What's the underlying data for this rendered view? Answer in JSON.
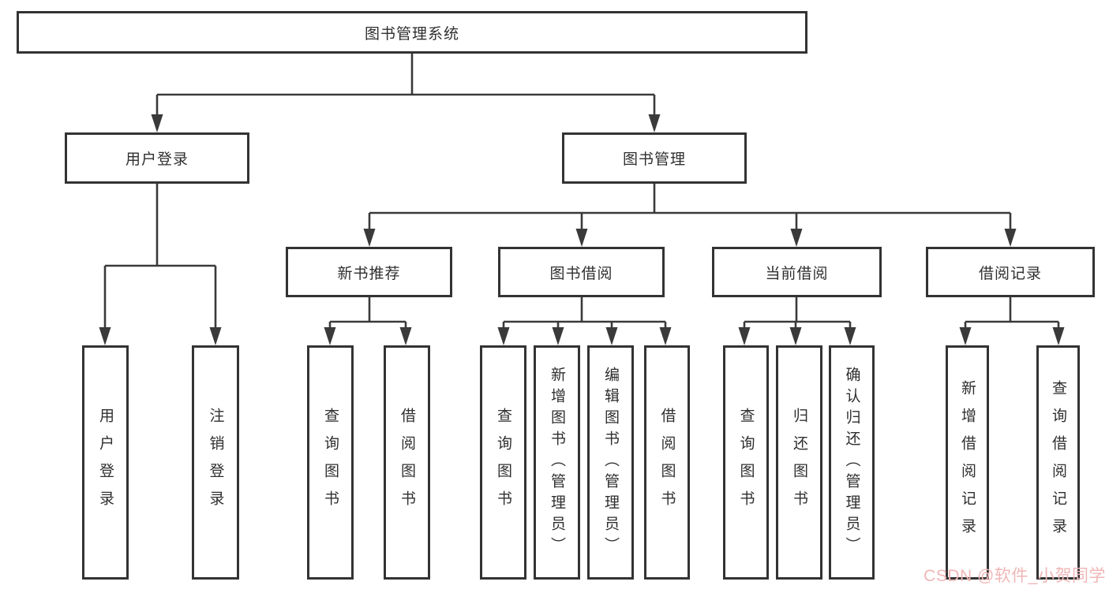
{
  "diagram": {
    "root": {
      "label": "图书管理系统"
    },
    "level2": [
      {
        "label": "用户登录"
      },
      {
        "label": "图书管理"
      }
    ],
    "level3": [
      {
        "label": "新书推荐"
      },
      {
        "label": "图书借阅"
      },
      {
        "label": "当前借阅"
      },
      {
        "label": "借阅记录"
      }
    ],
    "leaves": {
      "user_login": [
        {
          "label": "用户登录"
        },
        {
          "label": "注销登录"
        }
      ],
      "new_book": [
        {
          "label": "查询图书"
        },
        {
          "label": "借阅图书"
        }
      ],
      "book_borrow": [
        {
          "label": "查询图书"
        },
        {
          "label": "新增图书（管理员）"
        },
        {
          "label": "编辑图书（管理员）"
        },
        {
          "label": "借阅图书"
        }
      ],
      "current_borrow": [
        {
          "label": "查询图书"
        },
        {
          "label": "归还图书"
        },
        {
          "label": "确认归还（管理员）"
        }
      ],
      "borrow_record": [
        {
          "label": "新增借阅记录"
        },
        {
          "label": "查询借阅记录"
        }
      ]
    },
    "watermark": "CSDN @软件_小贺同学",
    "colors": {
      "line": "#3a3a3a",
      "border": "#333333",
      "text": "#2f2f2f",
      "background": "#ffffff",
      "watermark_text": "#f0b6b6"
    }
  }
}
